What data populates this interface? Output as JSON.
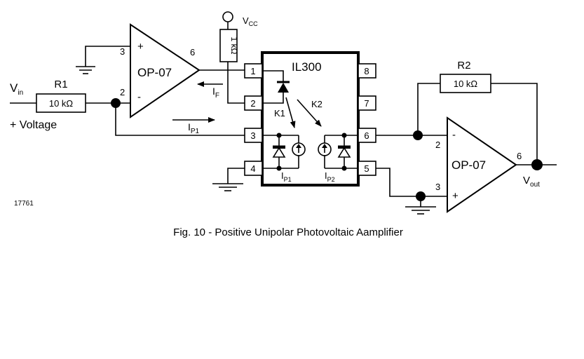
{
  "figure": {
    "id": "17761",
    "caption": "Fig. 10 - Positive Unipolar Photovoltaic Aamplifier"
  },
  "input": {
    "vin": "V",
    "vin_sub": "in",
    "voltage": "+ Voltage"
  },
  "supply": {
    "vcc": "V",
    "vcc_sub": "CC",
    "resistor_value": "1 kΩ"
  },
  "r1": {
    "name": "R1",
    "value": "10 kΩ"
  },
  "r2": {
    "name": "R2",
    "value": "10 kΩ"
  },
  "opamp1": {
    "name": "OP-07",
    "plus": "+",
    "minus": "-",
    "pin_plus": "3",
    "pin_minus": "2",
    "pin_out": "6"
  },
  "opamp2": {
    "name": "OP-07",
    "plus": "+",
    "minus": "-",
    "pin_plus": "3",
    "pin_minus": "2",
    "pin_out": "6"
  },
  "chip": {
    "name": "IL300",
    "pins": [
      "1",
      "2",
      "3",
      "4",
      "5",
      "6",
      "7",
      "8"
    ],
    "k1": "K1",
    "k2": "K2"
  },
  "currents": {
    "if": "I",
    "if_sub": "F",
    "ip1": "I",
    "ip1_sub": "P1",
    "ip2": "I",
    "ip2_sub": "P2"
  },
  "output": {
    "vout": "V",
    "vout_sub": "out"
  }
}
